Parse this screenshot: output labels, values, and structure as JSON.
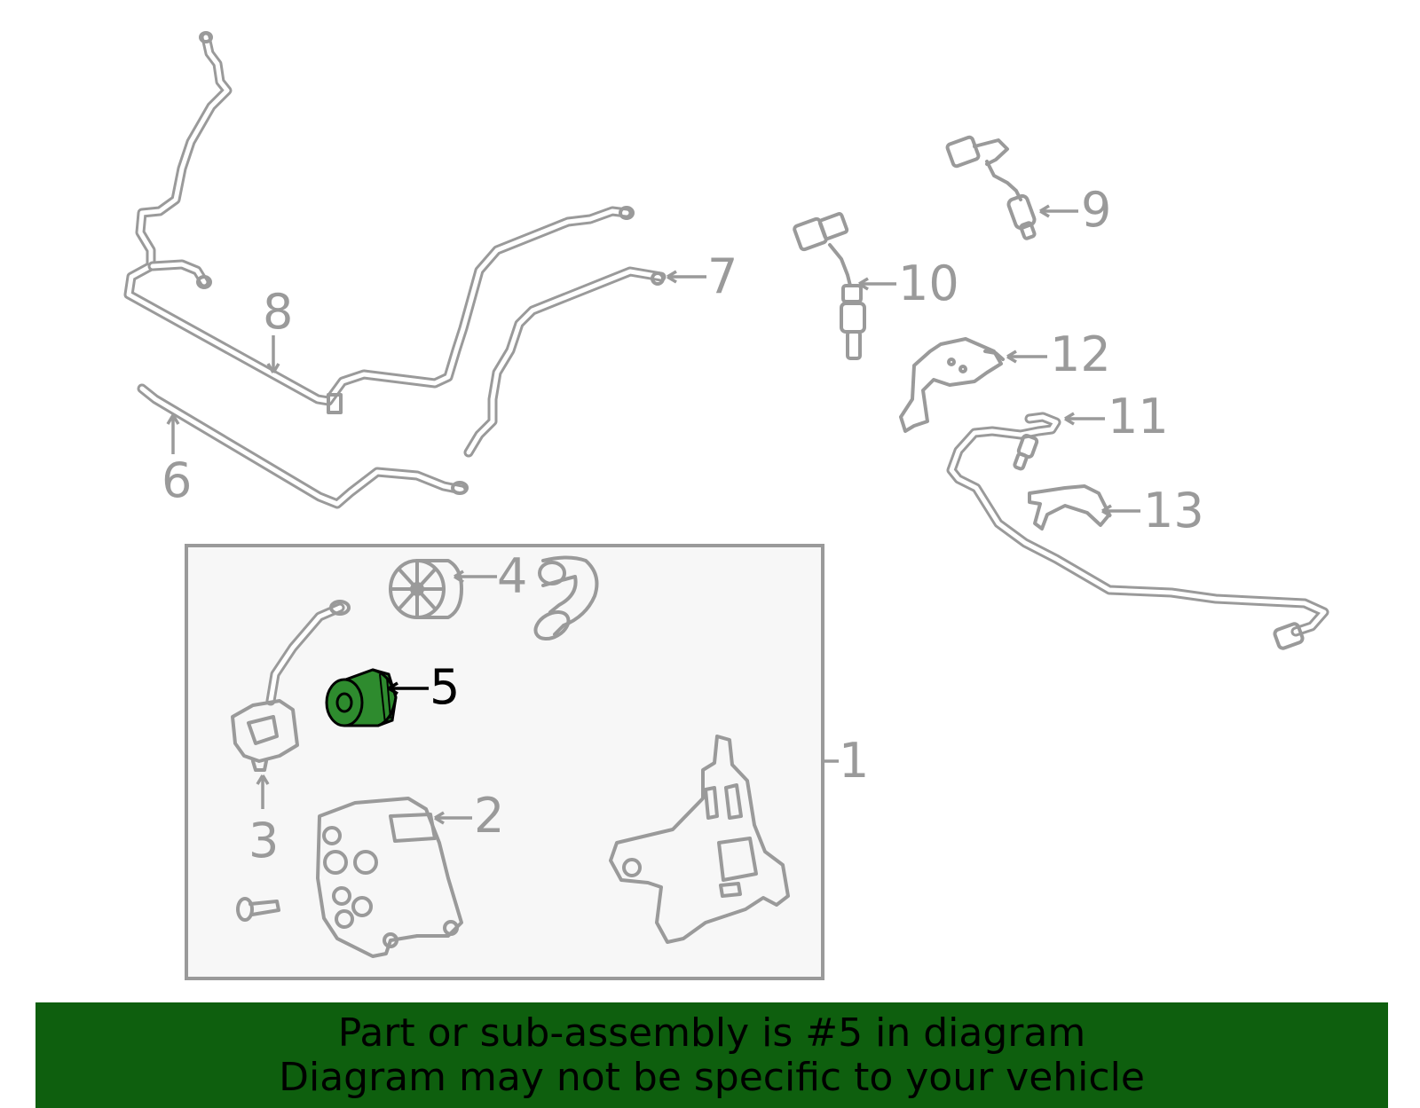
{
  "diagram": {
    "callouts": {
      "c1": "1",
      "c2": "2",
      "c3": "3",
      "c4": "4",
      "c5": "5",
      "c6": "6",
      "c7": "7",
      "c8": "8",
      "c9": "9",
      "c10": "10",
      "c11": "11",
      "c12": "12",
      "c13": "13"
    },
    "highlighted_part": "5",
    "colors": {
      "highlight": "#2e8b2e",
      "line": "#9a9a9a",
      "banner": "#0e5f0e",
      "box_fill": "#f7f7f7"
    }
  },
  "banner": {
    "line1": "Part or sub-assembly is #5 in diagram",
    "line2": "Diagram may not be specific to your vehicle"
  }
}
